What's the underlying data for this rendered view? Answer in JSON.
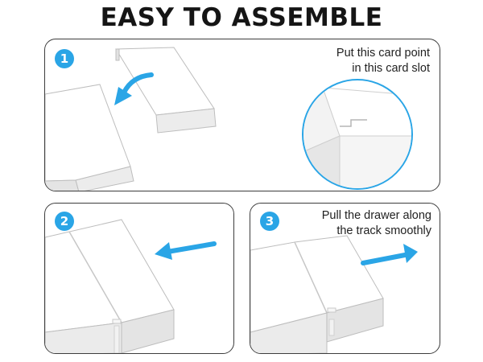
{
  "title": "EASY TO ASSEMBLE",
  "steps": [
    {
      "number": "1",
      "line1": "Put this card point",
      "line2": "in this card slot"
    },
    {
      "number": "2"
    },
    {
      "number": "3",
      "line1": "Pull the drawer along",
      "line2": "the track smoothly"
    }
  ],
  "colors": {
    "accent": "#2aa5e6",
    "border": "#3d3d3d",
    "box": "#ffffff",
    "shade": "#e9e9e9"
  },
  "icons": [
    "curved-arrow-icon",
    "left-arrow-icon",
    "right-arrow-icon"
  ]
}
